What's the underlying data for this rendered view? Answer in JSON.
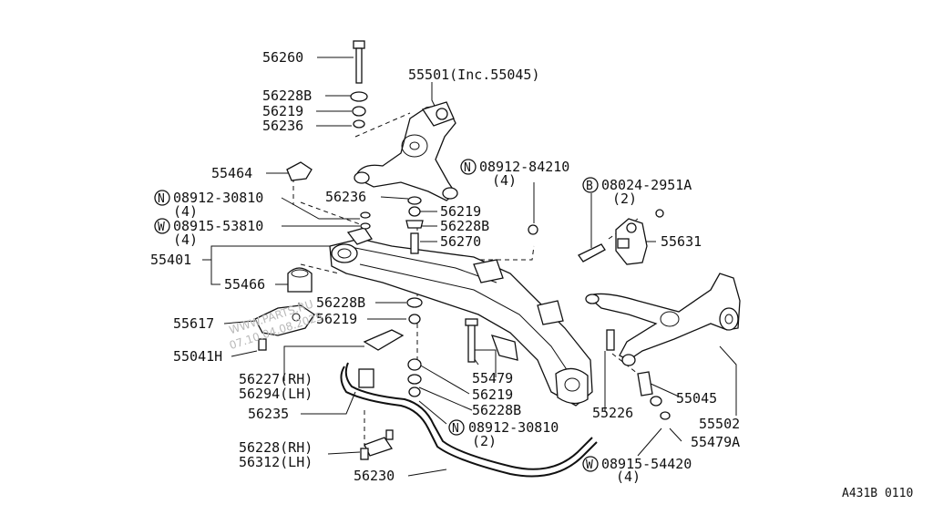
{
  "labels": {
    "p56260": "56260",
    "p56228b_top": "56228B",
    "p56219_top": "56219",
    "p56236_top": "56236",
    "p55501": "55501(Inc.55045)",
    "p55464": "55464",
    "n1_code": "08912-30810",
    "n1_qty": "(4)",
    "w1_code": "08915-53810",
    "w1_qty": "(4)",
    "p56236_mid": "56236",
    "p56219_mid": "56219",
    "p56228b_mid": "56228B",
    "p56270": "56270",
    "n2_code": "08912-84210",
    "n2_qty": "(4)",
    "b_code": "08024-2951A",
    "b_qty": "(2)",
    "p55631": "55631",
    "p55401": "55401",
    "p55466": "55466",
    "p56228b_low": "56228B",
    "p56219_low": "56219",
    "p55617": "55617",
    "p55041h": "55041H",
    "p56227": "56227(RH)",
    "p56294": "56294(LH)",
    "p55479": "55479",
    "p56219_bot": "56219",
    "p56228b_bot": "56228B",
    "n3_code": "08912-30810",
    "n3_qty": "(2)",
    "p56235": "56235",
    "p55226": "55226",
    "p55045": "55045",
    "p55502": "55502",
    "p55479a": "55479A",
    "p56228rh": "56228(RH)",
    "p56312lh": "56312(LH)",
    "p56230": "56230",
    "w2_code": "08915-54420",
    "w2_qty": "(4)",
    "diagram_code": "A431B 0110"
  },
  "symbols": {
    "n": "N",
    "w": "W",
    "b": "B"
  },
  "watermark": {
    "line1": "WWW.PARTS.RU",
    "line2": "07.10.04.08.2025"
  }
}
